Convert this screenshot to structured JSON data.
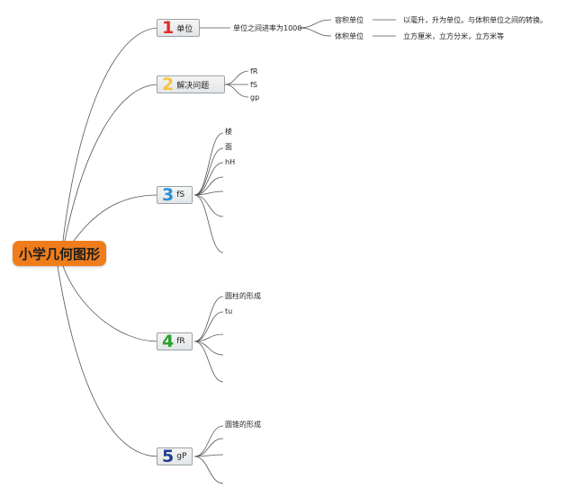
{
  "root": {
    "label": "小学几何图形"
  },
  "topics": [
    {
      "number": "1",
      "number_color": "#e02b2b",
      "label": "单位",
      "children": [
        {
          "label": "单位之间进率为1000"
        },
        {
          "label": "容积单位",
          "detail": "以毫升，升为单位。与体积单位之间的转换。"
        },
        {
          "label": "体积单位",
          "detail": "立方厘米，立方分米，立方米等"
        }
      ]
    },
    {
      "number": "2",
      "number_color": "#f2c53d",
      "label": "解决问题",
      "children": [
        {
          "label": "fR"
        },
        {
          "label": "fS"
        },
        {
          "label": "gp"
        }
      ]
    },
    {
      "number": "3",
      "number_color": "#2a8fd8",
      "label": "fS",
      "children": [
        {
          "label": "棱"
        },
        {
          "label": "面"
        },
        {
          "label": "hH"
        }
      ]
    },
    {
      "number": "4",
      "number_color": "#2ca02c",
      "label": "fR",
      "children": [
        {
          "label": "圆柱的形成"
        },
        {
          "label": "tu"
        }
      ]
    },
    {
      "number": "5",
      "number_color": "#1f3f8f",
      "label": "gP",
      "children": [
        {
          "label": "圆锥的形成"
        }
      ]
    }
  ],
  "colors": {
    "root_bg": "#f07d1c",
    "line": "#555555"
  }
}
